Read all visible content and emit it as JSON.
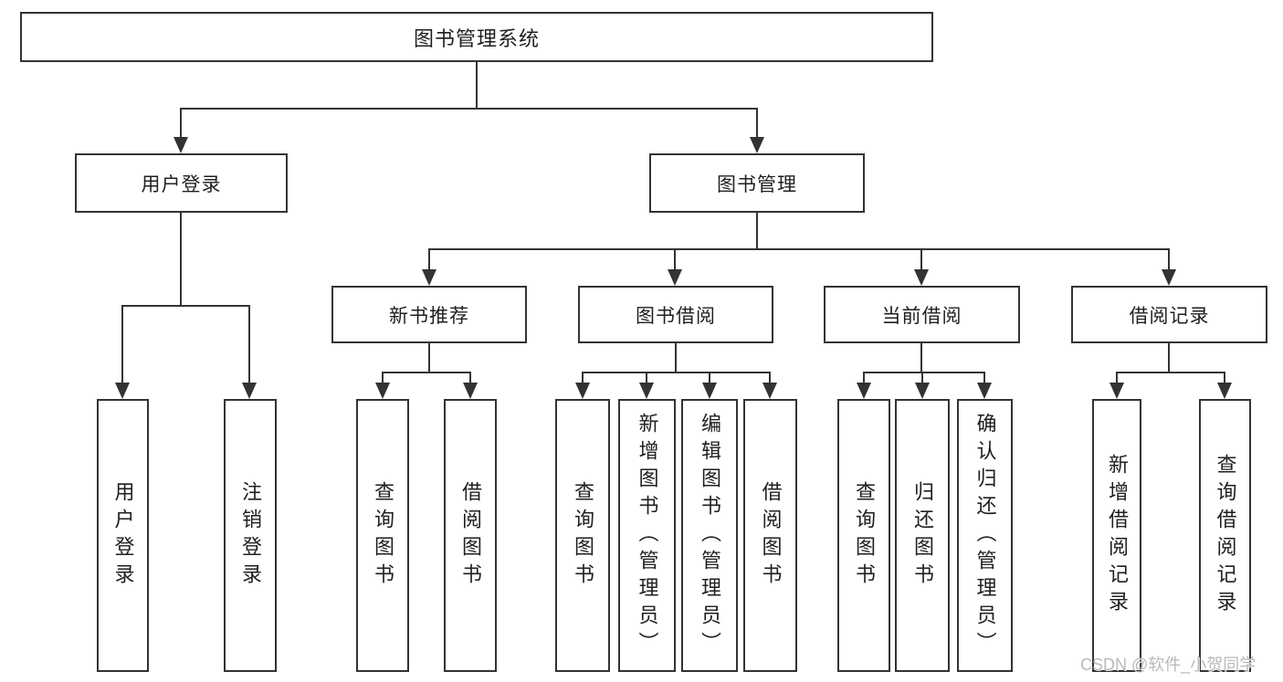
{
  "diagram_type": "hierarchy-tree",
  "tree": {
    "root": {
      "label": "图书管理系统",
      "children": [
        {
          "label": "用户登录",
          "children": [
            {
              "label": "用户登录"
            },
            {
              "label": "注销登录"
            }
          ]
        },
        {
          "label": "图书管理",
          "children": [
            {
              "label": "新书推荐",
              "children": [
                {
                  "label": "查询图书"
                },
                {
                  "label": "借阅图书"
                }
              ]
            },
            {
              "label": "图书借阅",
              "children": [
                {
                  "label": "查询图书"
                },
                {
                  "label": "新增图书（管理员）"
                },
                {
                  "label": "编辑图书（管理员）"
                },
                {
                  "label": "借阅图书"
                }
              ]
            },
            {
              "label": "当前借阅",
              "children": [
                {
                  "label": "查询图书"
                },
                {
                  "label": "归还图书"
                },
                {
                  "label": "确认归还（管理员）"
                }
              ]
            },
            {
              "label": "借阅记录",
              "children": [
                {
                  "label": "新增借阅记录"
                },
                {
                  "label": "查询借阅记录"
                }
              ]
            }
          ]
        }
      ]
    }
  },
  "watermark": {
    "text": "CSDN @软件_小贺同学"
  },
  "colors": {
    "line": "#333333",
    "text": "#1f1f1f",
    "background": "#ffffff",
    "watermark": "#b9b9b9"
  }
}
